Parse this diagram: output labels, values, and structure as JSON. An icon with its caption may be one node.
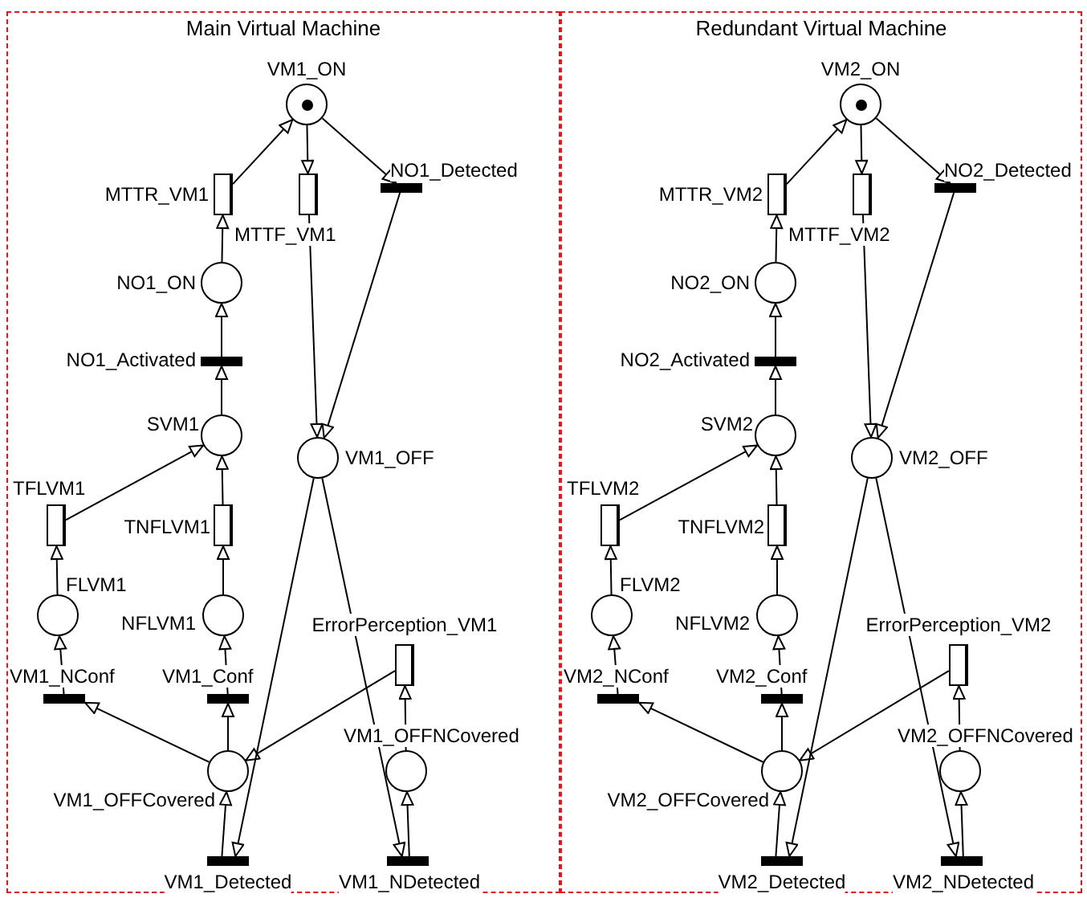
{
  "diagram": {
    "nodes": [
      {
        "text": [
          "Main Virtual Machine"
        ]
      },
      {
        "text": [],
        "shape": "circle",
        "beside": [
          "VM1_ON"
        ],
        "in": 0
      },
      {
        "text": [],
        "shape": "box",
        "beside": [
          "MTTR_VM1"
        ],
        "in": 0
      },
      {
        "text": [],
        "shape": "box",
        "beside": [
          "MTTF_VM1"
        ],
        "in": 0
      },
      {
        "text": [],
        "shape": "bar",
        "beside": [
          "NO1_Detected"
        ],
        "in": 0
      },
      {
        "text": [],
        "shape": "circle",
        "beside": [
          "NO1_ON"
        ],
        "in": 0
      },
      {
        "text": [],
        "shape": "bar",
        "beside": [
          "NO1_Activated"
        ],
        "in": 0
      },
      {
        "text": [],
        "shape": "circle",
        "beside": [
          "SVM1"
        ],
        "in": 0
      },
      {
        "text": [],
        "shape": "circle",
        "beside": [
          "VM1_OFF"
        ],
        "in": 0
      },
      {
        "text": [],
        "shape": "box",
        "beside": [
          "TFLVM1"
        ],
        "in": 0
      },
      {
        "text": [],
        "shape": "box",
        "beside": [
          "TNFLVM1"
        ],
        "in": 0
      },
      {
        "text": [],
        "shape": "circle",
        "beside": [
          "FLVM1"
        ],
        "in": 0
      },
      {
        "text": [],
        "shape": "circle",
        "beside": [
          "NFLVM1"
        ],
        "in": 0
      },
      {
        "text": [],
        "shape": "box",
        "beside": [
          "ErrorPerception_VM1"
        ],
        "in": 0
      },
      {
        "text": [],
        "shape": "bar",
        "beside": [
          "VM1_NConf"
        ],
        "in": 0
      },
      {
        "text": [],
        "shape": "bar",
        "beside": [
          "VM1_Conf"
        ],
        "in": 0
      },
      {
        "text": [],
        "shape": "circle",
        "beside": [
          "VM1_OFFCovered"
        ],
        "in": 0
      },
      {
        "text": [],
        "shape": "circle",
        "beside": [
          "VM1_OFFNCovered"
        ],
        "in": 0
      },
      {
        "text": [],
        "shape": "bar",
        "beside": [
          "VM1_Detected"
        ],
        "in": 0
      },
      {
        "text": [],
        "shape": "bar",
        "beside": [
          "VM1_NDetected"
        ],
        "in": 0
      },
      {
        "text": [
          "Redundant Virtual Machine"
        ]
      },
      {
        "text": [],
        "shape": "circle",
        "beside": [
          "VM2_ON"
        ],
        "in": 20
      },
      {
        "text": [],
        "shape": "box",
        "beside": [
          "MTTR_VM2"
        ],
        "in": 20
      },
      {
        "text": [],
        "shape": "box",
        "beside": [
          "MTTF_VM2"
        ],
        "in": 20
      },
      {
        "text": [],
        "shape": "bar",
        "beside": [
          "NO2_Detected"
        ],
        "in": 20
      },
      {
        "text": [],
        "shape": "circle",
        "beside": [
          "NO2_ON"
        ],
        "in": 20
      },
      {
        "text": [],
        "shape": "bar",
        "beside": [
          "NO2_Activated"
        ],
        "in": 20
      },
      {
        "text": [],
        "shape": "circle",
        "beside": [
          "SVM2"
        ],
        "in": 20
      },
      {
        "text": [],
        "shape": "circle",
        "beside": [
          "VM2_OFF"
        ],
        "in": 20
      },
      {
        "text": [],
        "shape": "box",
        "beside": [
          "TFLVM2"
        ],
        "in": 20
      },
      {
        "text": [],
        "shape": "box",
        "beside": [
          "TNFLVM2"
        ],
        "in": 20
      },
      {
        "text": [],
        "shape": "circle",
        "beside": [
          "FLVM2"
        ],
        "in": 20
      },
      {
        "text": [],
        "shape": "circle",
        "beside": [
          "NFLVM2"
        ],
        "in": 20
      },
      {
        "text": [],
        "shape": "box",
        "beside": [
          "ErrorPerception_VM2"
        ],
        "in": 20
      },
      {
        "text": [],
        "shape": "bar",
        "beside": [
          "VM2_NConf"
        ],
        "in": 20
      },
      {
        "text": [],
        "shape": "bar",
        "beside": [
          "VM2_Conf"
        ],
        "in": 20
      },
      {
        "text": [],
        "shape": "circle",
        "beside": [
          "VM2_OFFCovered"
        ],
        "in": 20
      },
      {
        "text": [],
        "shape": "circle",
        "beside": [
          "VM2_OFFNCovered"
        ],
        "in": 20
      },
      {
        "text": [],
        "shape": "bar",
        "beside": [
          "VM2_Detected"
        ],
        "in": 20
      },
      {
        "text": [],
        "shape": "bar",
        "beside": [
          "VM2_NDetected"
        ],
        "in": 20
      }
    ],
    "edges": [
      {
        "from": 2,
        "to": 1,
        "arrow": "to"
      },
      {
        "from": 1,
        "to": 3,
        "arrow": "to"
      },
      {
        "from": 1,
        "to": 4,
        "arrow": "to"
      },
      {
        "from": 3,
        "to": 8,
        "arrow": "to"
      },
      {
        "from": 4,
        "to": 8,
        "arrow": "to"
      },
      {
        "from": 5,
        "to": 2,
        "arrow": "to"
      },
      {
        "from": 6,
        "to": 5,
        "arrow": "to"
      },
      {
        "from": 7,
        "to": 6,
        "arrow": "to"
      },
      {
        "from": 9,
        "to": 7,
        "arrow": "to"
      },
      {
        "from": 10,
        "to": 7,
        "arrow": "to"
      },
      {
        "from": 11,
        "to": 9,
        "arrow": "to"
      },
      {
        "from": 12,
        "to": 10,
        "arrow": "to"
      },
      {
        "from": 14,
        "to": 11,
        "arrow": "to"
      },
      {
        "from": 15,
        "to": 12,
        "arrow": "to"
      },
      {
        "from": 16,
        "to": 14,
        "arrow": "to"
      },
      {
        "from": 16,
        "to": 15,
        "arrow": "to"
      },
      {
        "from": 13,
        "to": 16,
        "arrow": "to"
      },
      {
        "from": 17,
        "to": 13,
        "arrow": "to"
      },
      {
        "from": 8,
        "to": 18,
        "arrow": "to"
      },
      {
        "from": 8,
        "to": 19,
        "arrow": "to"
      },
      {
        "from": 18,
        "to": 16,
        "arrow": "to"
      },
      {
        "from": 19,
        "to": 17,
        "arrow": "to"
      },
      {
        "from": 22,
        "to": 21,
        "arrow": "to"
      },
      {
        "from": 21,
        "to": 23,
        "arrow": "to"
      },
      {
        "from": 21,
        "to": 24,
        "arrow": "to"
      },
      {
        "from": 23,
        "to": 28,
        "arrow": "to"
      },
      {
        "from": 24,
        "to": 28,
        "arrow": "to"
      },
      {
        "from": 25,
        "to": 22,
        "arrow": "to"
      },
      {
        "from": 26,
        "to": 25,
        "arrow": "to"
      },
      {
        "from": 27,
        "to": 26,
        "arrow": "to"
      },
      {
        "from": 29,
        "to": 27,
        "arrow": "to"
      },
      {
        "from": 30,
        "to": 27,
        "arrow": "to"
      },
      {
        "from": 31,
        "to": 29,
        "arrow": "to"
      },
      {
        "from": 32,
        "to": 30,
        "arrow": "to"
      },
      {
        "from": 34,
        "to": 31,
        "arrow": "to"
      },
      {
        "from": 35,
        "to": 32,
        "arrow": "to"
      },
      {
        "from": 36,
        "to": 34,
        "arrow": "to"
      },
      {
        "from": 36,
        "to": 35,
        "arrow": "to"
      },
      {
        "from": 33,
        "to": 36,
        "arrow": "to"
      },
      {
        "from": 37,
        "to": 33,
        "arrow": "to"
      },
      {
        "from": 28,
        "to": 38,
        "arrow": "to"
      },
      {
        "from": 28,
        "to": 39,
        "arrow": "to"
      },
      {
        "from": 38,
        "to": 36,
        "arrow": "to"
      },
      {
        "from": 39,
        "to": 37,
        "arrow": "to"
      }
    ]
  }
}
